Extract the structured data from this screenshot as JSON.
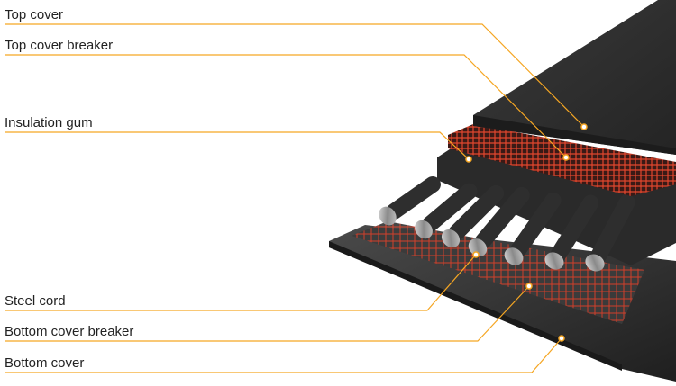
{
  "labels": {
    "top_cover": "Top cover",
    "top_cover_breaker": "Top cover breaker",
    "insulation_gum": "Insulation gum",
    "steel_cord": "Steel cord",
    "bottom_cover_breaker": "Bottom cover breaker",
    "bottom_cover": "Bottom cover"
  },
  "colors": {
    "leader_line": "#f5a623",
    "text": "#222222",
    "rubber_dark": "#2b2b2b",
    "breaker_red": "#d9402a"
  }
}
